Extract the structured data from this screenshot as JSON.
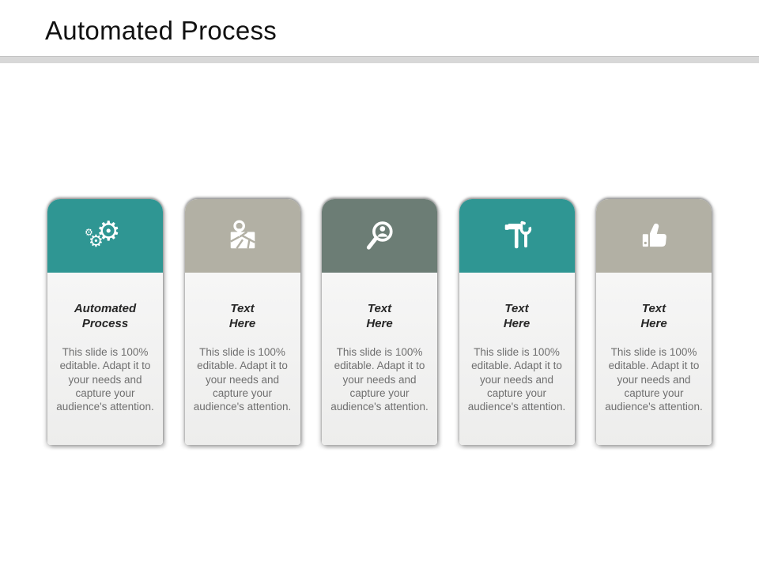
{
  "slide": {
    "title": "Automated Process"
  },
  "colors": {
    "teal": "#2F9693",
    "tan": "#B2B0A4",
    "sage": "#6C7D75",
    "divider": "#D8D8D8",
    "card_body_bg": "#F0F0EF",
    "body_text": "#6F6F6F",
    "title_text": "#262626"
  },
  "cards": [
    {
      "title": "Automated\nProcess",
      "body": "This slide is 100% editable. Adapt it to your needs and capture your audience's attention.",
      "header_color": "#2F9693",
      "icon": "gears-icon"
    },
    {
      "title": "Text\nHere",
      "body": "This slide is 100% editable. Adapt it to your needs and capture your audience's attention.",
      "header_color": "#B2B0A4",
      "icon": "map-location-icon"
    },
    {
      "title": "Text\nHere",
      "body": "This slide is 100% editable. Adapt it to your needs and capture your audience's attention.",
      "header_color": "#6C7D75",
      "icon": "search-person-icon"
    },
    {
      "title": "Text\nHere",
      "body": "This slide is 100% editable. Adapt it to your needs and capture your audience's attention.",
      "header_color": "#2F9693",
      "icon": "hammer-wrench-icon"
    },
    {
      "title": "Text\nHere",
      "body": "This slide is 100% editable. Adapt it to your needs and capture your audience's attention.",
      "header_color": "#B2B0A4",
      "icon": "thumbs-up-icon"
    }
  ]
}
